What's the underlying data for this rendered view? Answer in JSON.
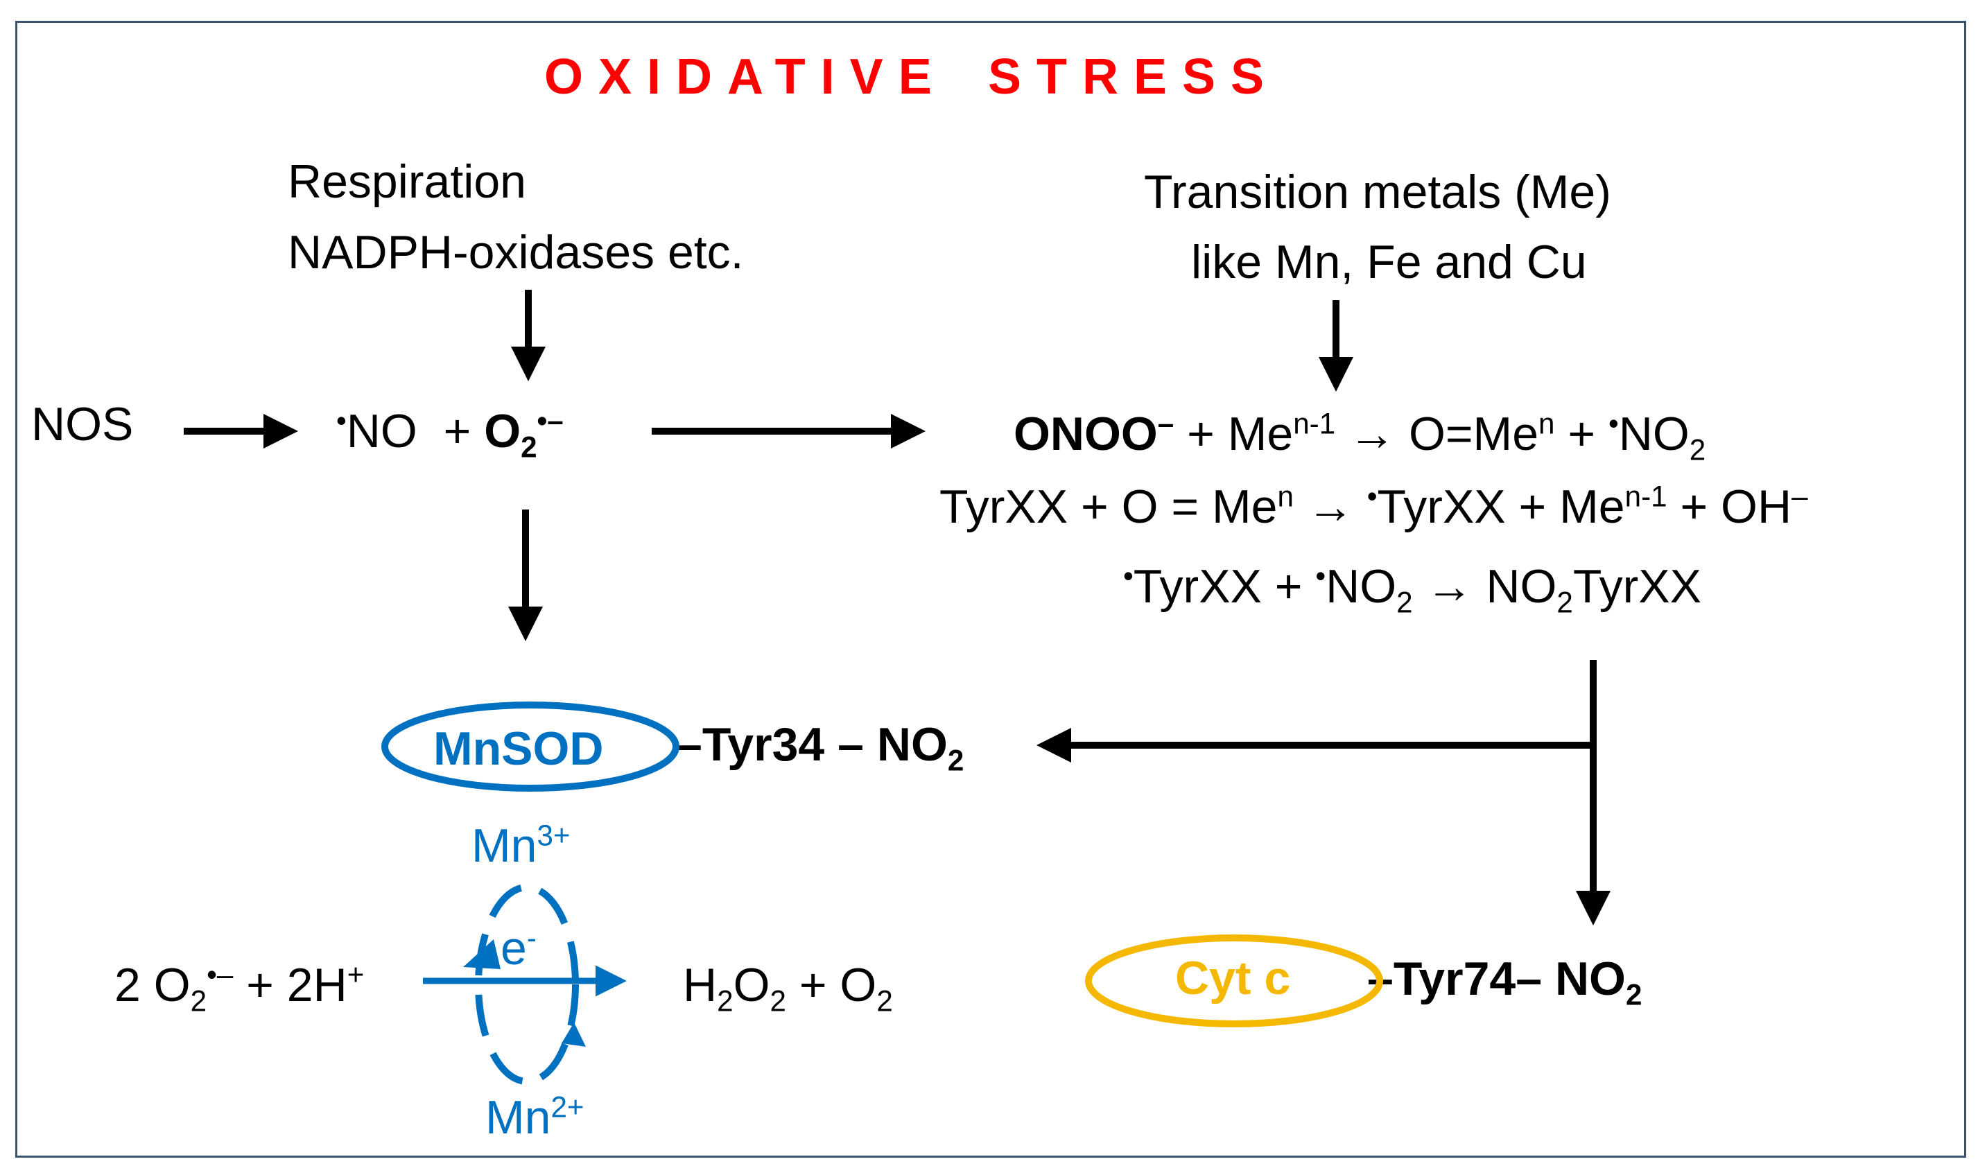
{
  "title": {
    "word1": "OXIDATIVE",
    "word2": "STRESS"
  },
  "sources": {
    "left_line1": "Respiration",
    "left_line2": "NADPH-oxidases etc.",
    "right_line1": "Transition metals (Me)",
    "right_line2": "like Mn, Fe and Cu"
  },
  "nos": "NOS",
  "radicals": {
    "dot": "•",
    "no": "NO",
    "plus": "+",
    "o2": "O",
    "o2_sub": "2",
    "o2_sup": "•–"
  },
  "reactions": {
    "r1": {
      "onoo": "ONOO",
      "onoo_sup": "–",
      "a": " + Me",
      "a_sup": "n-1",
      "b": "  → O=Me",
      "b_sup": "n",
      "c": " + ",
      "c_dot": "•",
      "d": "NO",
      "d_sub": "2"
    },
    "r2": {
      "a": "TyrXX + O = Me",
      "a_sup": "n",
      "b": " → ",
      "b_dot": "•",
      "c": "TyrXX + Me",
      "c_sup": "n-1",
      "d": " + OH",
      "d_sup": "–"
    },
    "r3": {
      "a_dot": "•",
      "a": "TyrXX + ",
      "b_dot": "•",
      "b": "NO",
      "b_sub": "2",
      "c": " → NO",
      "c_sub": "2",
      "d": "TyrXX"
    }
  },
  "mnsod": {
    "label": "MnSOD",
    "tyr": "–Tyr34 – NO",
    "tyr_sub": "2"
  },
  "cytc": {
    "label": "Cyt c",
    "tyr": "–Tyr74– NO",
    "tyr_sub": "2"
  },
  "dismutation": {
    "left": "2 O",
    "left_sub": "2",
    "left_sup": "•–",
    "left_b": " + 2H",
    "left_b_sup": "+",
    "right_a": "H",
    "right_a_sub": "2",
    "right_b": "O",
    "right_b_sub": "2",
    "right_c": " + O",
    "right_c_sub": "2",
    "mn3": "Mn",
    "mn3_sup": "3+",
    "mn2": "Mn",
    "mn2_sup": "2+",
    "electron": "e",
    "electron_sup": "-"
  },
  "colors": {
    "title": "#ff0000",
    "blue": "#0070c0",
    "gold": "#f5b800",
    "frame": "#3b5471"
  }
}
